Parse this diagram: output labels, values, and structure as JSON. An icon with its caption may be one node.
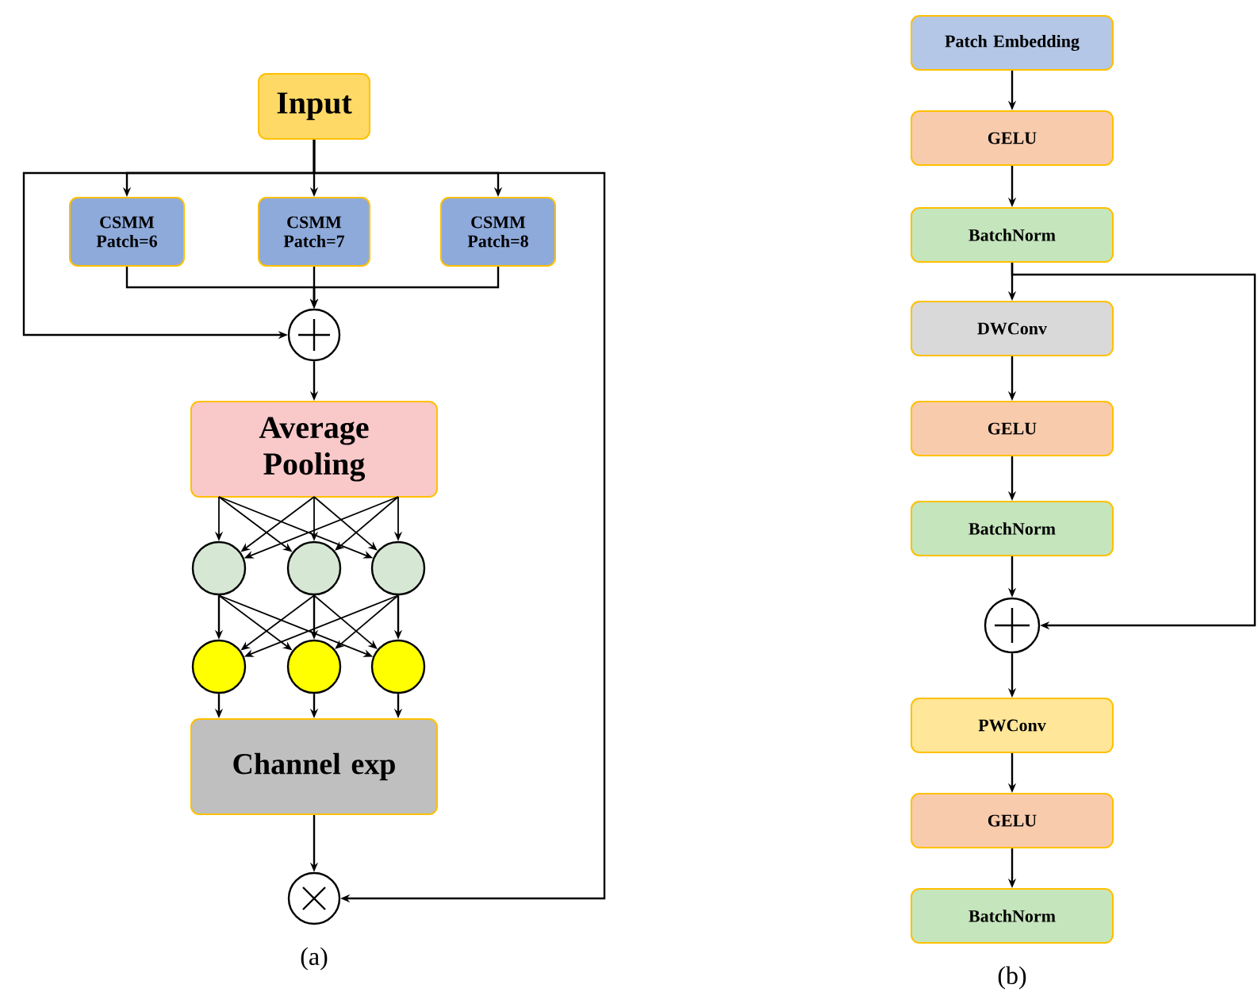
{
  "diagram": {
    "nodes": [
      {
        "text": [
          "Input"
        ]
      },
      {
        "text": [
          "CSMM Patch=6"
        ]
      },
      {
        "text": [
          "CSMM Patch=7"
        ]
      },
      {
        "text": [
          "CSMM Patch=8"
        ]
      },
      {
        "text": [],
        "shape": "circle"
      },
      {
        "text": [
          "Average Pooling"
        ]
      },
      {
        "text": [],
        "shape": "circle"
      },
      {
        "text": [],
        "shape": "circle"
      },
      {
        "text": [],
        "shape": "circle"
      },
      {
        "text": [],
        "shape": "circle"
      },
      {
        "text": [],
        "shape": "circle"
      },
      {
        "text": [],
        "shape": "circle"
      },
      {
        "text": [
          "Channel exp"
        ]
      },
      {
        "text": [],
        "shape": "circle"
      },
      {
        "text": [
          "Patch Embedding"
        ]
      },
      {
        "text": [
          "GELU"
        ]
      },
      {
        "text": [
          "BatchNorm"
        ]
      },
      {
        "text": [
          "DWConv"
        ]
      },
      {
        "text": [
          "GELU"
        ]
      },
      {
        "text": [
          "BatchNorm"
        ]
      },
      {
        "text": [],
        "shape": "circle"
      },
      {
        "text": [
          "PWConv"
        ]
      },
      {
        "text": [
          "GELU"
        ]
      },
      {
        "text": [
          "BatchNorm"
        ]
      }
    ],
    "edges": [
      {
        "from": 0,
        "to": 1,
        "arrow": "to"
      },
      {
        "from": 0,
        "to": 2,
        "arrow": "to"
      },
      {
        "from": 0,
        "to": 3,
        "arrow": "to"
      },
      {
        "from": 0,
        "to": 4,
        "arrow": "to"
      },
      {
        "from": 0,
        "to": 13,
        "arrow": "to"
      },
      {
        "from": 1,
        "to": 4,
        "arrow": "to"
      },
      {
        "from": 2,
        "to": 4,
        "arrow": "to"
      },
      {
        "from": 3,
        "to": 4,
        "arrow": "to"
      },
      {
        "from": 4,
        "to": 5,
        "arrow": "to"
      },
      {
        "from": 5,
        "to": 6,
        "arrow": "to"
      },
      {
        "from": 5,
        "to": 7,
        "arrow": "to"
      },
      {
        "from": 5,
        "to": 8,
        "arrow": "to"
      },
      {
        "from": 5,
        "to": 6,
        "arrow": "to"
      },
      {
        "from": 5,
        "to": 7,
        "arrow": "to"
      },
      {
        "from": 5,
        "to": 8,
        "arrow": "to"
      },
      {
        "from": 5,
        "to": 6,
        "arrow": "to"
      },
      {
        "from": 5,
        "to": 7,
        "arrow": "to"
      },
      {
        "from": 5,
        "to": 8,
        "arrow": "to"
      },
      {
        "from": 6,
        "to": 9,
        "arrow": "to"
      },
      {
        "from": 6,
        "to": 10,
        "arrow": "to"
      },
      {
        "from": 6,
        "to": 11,
        "arrow": "to"
      },
      {
        "from": 7,
        "to": 9,
        "arrow": "to"
      },
      {
        "from": 7,
        "to": 10,
        "arrow": "to"
      },
      {
        "from": 7,
        "to": 11,
        "arrow": "to"
      },
      {
        "from": 8,
        "to": 9,
        "arrow": "to"
      },
      {
        "from": 8,
        "to": 10,
        "arrow": "to"
      },
      {
        "from": 8,
        "to": 11,
        "arrow": "to"
      },
      {
        "from": 9,
        "to": 12,
        "arrow": "to"
      },
      {
        "from": 10,
        "to": 12,
        "arrow": "to"
      },
      {
        "from": 11,
        "to": 12,
        "arrow": "to"
      },
      {
        "from": 12,
        "to": 13,
        "arrow": "to"
      },
      {
        "from": 14,
        "to": 15,
        "arrow": "to"
      },
      {
        "from": 15,
        "to": 16,
        "arrow": "to"
      },
      {
        "from": 16,
        "to": 17,
        "arrow": "to"
      },
      {
        "from": 16,
        "to": 20,
        "arrow": "to"
      },
      {
        "from": 17,
        "to": 18,
        "arrow": "to"
      },
      {
        "from": 18,
        "to": 19,
        "arrow": "to"
      },
      {
        "from": 19,
        "to": 20,
        "arrow": "to"
      },
      {
        "from": 20,
        "to": 21,
        "arrow": "to"
      },
      {
        "from": 21,
        "to": 22,
        "arrow": "to"
      },
      {
        "from": 22,
        "to": 23,
        "arrow": "to"
      }
    ],
    "labels": [
      "(a)",
      "(b)"
    ]
  }
}
